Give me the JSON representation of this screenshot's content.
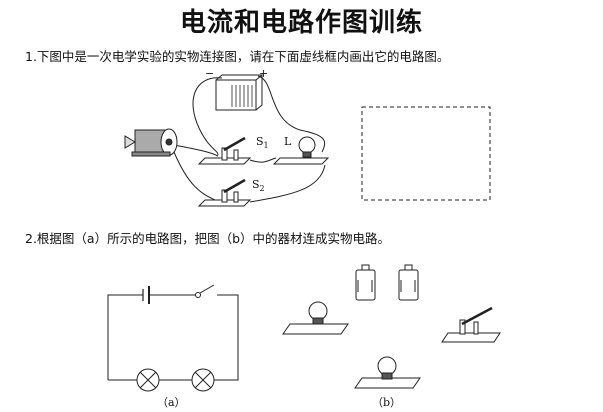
{
  "title": "电流和电路作图训练",
  "questions": [
    {
      "text": "1.下图中是一次电学实验的实物连接图，请在下面虚线框内画出它的电路图。",
      "figure_labels": {
        "minus": "−",
        "plus": "+",
        "s1": "S",
        "s1_sub": "1",
        "lamp": "L",
        "s2": "S",
        "s2_sub": "2"
      }
    },
    {
      "text": "2.根据图（a）所示的电路图，把图（b）中的器材连成实物电路。",
      "figure_labels": {
        "a": "（a）",
        "b": "（b）"
      }
    }
  ]
}
